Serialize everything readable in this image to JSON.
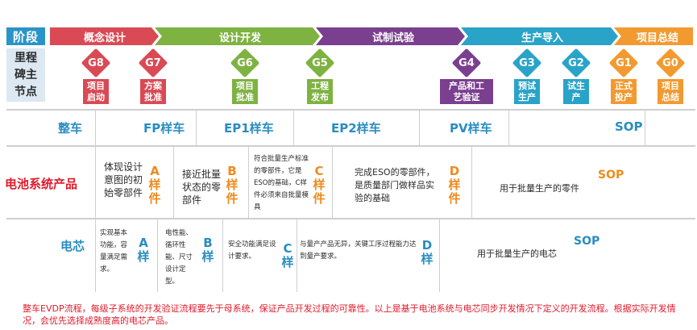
{
  "header": {
    "stage_label": "阶段",
    "milestone_label": "里程碑主节点"
  },
  "phases": [
    {
      "label": "概念设计",
      "color": "#d94a55"
    },
    {
      "label": "设计开发",
      "color": "#7eb241"
    },
    {
      "label": "试制试验",
      "color": "#7a3f8e"
    },
    {
      "label": "生产导入",
      "color": "#2aa3c8"
    },
    {
      "label": "项目总结",
      "color": "#f29a30"
    }
  ],
  "gates": [
    {
      "code": "G8",
      "text": "项目启动",
      "color": "#d94a55"
    },
    {
      "code": "G7",
      "text": "方案批准",
      "color": "#d94a55"
    },
    {
      "code": "G6",
      "text": "项目批准",
      "color": "#7eb241"
    },
    {
      "code": "G5",
      "text": "工程发布",
      "color": "#7eb241"
    },
    {
      "code": "G4",
      "text": "产品和工艺验证",
      "color": "#7a3f8e"
    },
    {
      "code": "G3",
      "text": "预试生产",
      "color": "#2aa3c8"
    },
    {
      "code": "G2",
      "text": "试生产",
      "color": "#2aa3c8"
    },
    {
      "code": "G1",
      "text": "正式投产",
      "color": "#f29a30"
    },
    {
      "code": "G0",
      "text": "项目总结",
      "color": "#f29a30"
    }
  ],
  "vehicle": {
    "title": "整车",
    "stages": [
      "FP样车",
      "EP1样车",
      "EP2样车",
      "PV样车",
      "SOP"
    ]
  },
  "battery": {
    "title": "电池系统产品",
    "cells": [
      {
        "text": "体现设计意图的初始零部件",
        "tag": "A样件"
      },
      {
        "text": "接近批量状态的零部件",
        "tag": "B样件"
      },
      {
        "text": "符合批量生产标准的零部件，它是ESO的基础，C样件必须来自批量模具",
        "tag": "C样件"
      },
      {
        "text": "完成ESO的零部件，是质量部门做样品实验的基础",
        "tag": "D样件"
      },
      {
        "text": "用于批量生产的零件",
        "tag": "SOP"
      }
    ]
  },
  "cell_row": {
    "title": "电芯",
    "cells": [
      {
        "text": "实现基本功能，容量满足需求。",
        "tag": "A样"
      },
      {
        "text": "电性能、循环性能、尺寸设计定型。",
        "tag": "B样"
      },
      {
        "text": "安全功能满足设计要求。",
        "tag": "C样"
      },
      {
        "text": "与量产产品无异，关键工序过程能力达到量产要求。",
        "tag": "D样"
      },
      {
        "text": "用于批量生产的电芯",
        "tag": "SOP"
      }
    ]
  },
  "footer": "整车EVDP流程，每级子系统的开发验证流程要先于母系统，保证产品开发过程的可靠性。以上是基于电池系统与电芯同步开发情况下定义的开发流程。根据实际开发情况，会优先选择成熟度高的电芯产品。"
}
